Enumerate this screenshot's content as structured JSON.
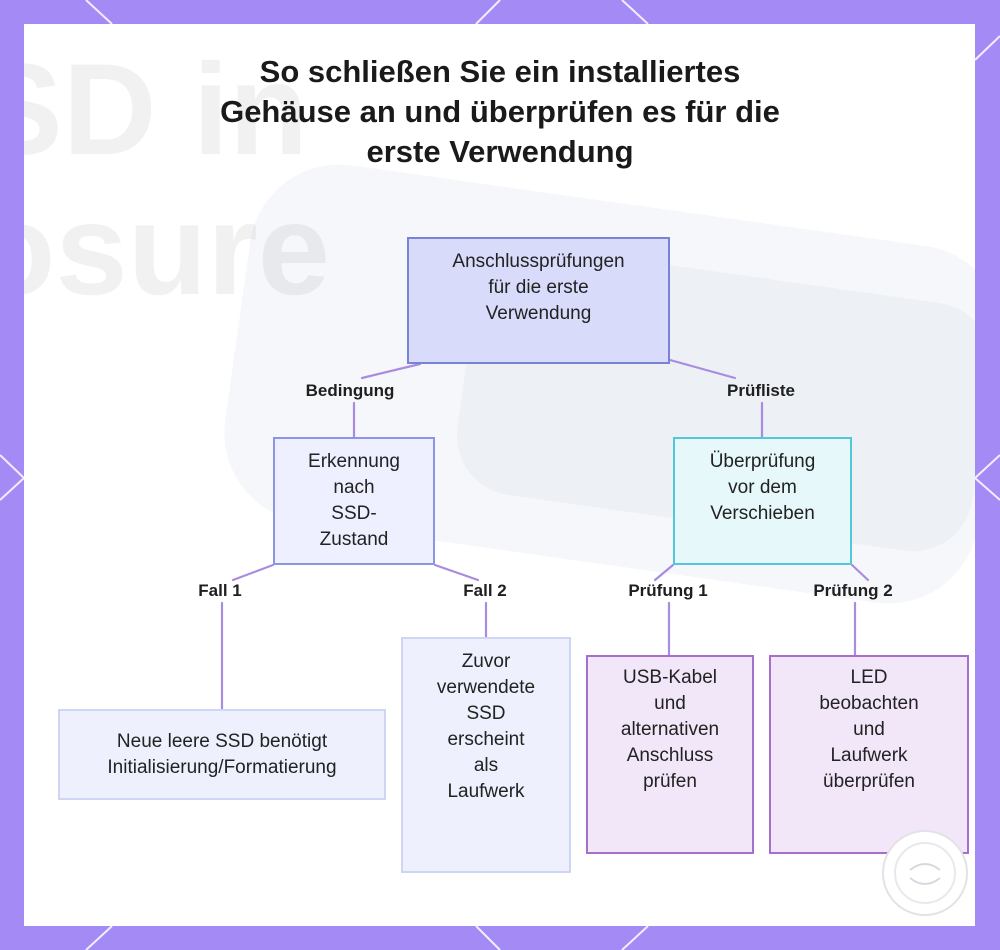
{
  "title": {
    "line1": "So schließen Sie ein installiertes",
    "line2": "Gehäuse an und überprüfen es für die",
    "line3": "erste Verwendung"
  },
  "background_text": {
    "line1": "SD in",
    "line2": "osure"
  },
  "nodes": {
    "root": {
      "lines": [
        "Anschlussprüfungen",
        "für die erste",
        "Verwendung"
      ]
    },
    "condition": {
      "lines": [
        "Erkennung",
        "nach",
        "SSD-",
        "Zustand"
      ]
    },
    "checklist": {
      "lines": [
        "Überprüfung",
        "vor dem",
        "Verschieben"
      ]
    },
    "new_ssd": {
      "lines": [
        "Neue leere SSD benötigt",
        "Initialisierung/Formatierung"
      ]
    },
    "used_ssd": {
      "lines": [
        "Zuvor",
        "verwendete",
        "SSD",
        "erscheint",
        "als",
        "Laufwerk"
      ]
    },
    "usb_check": {
      "lines": [
        "USB-Kabel",
        "und",
        "alternativen",
        "Anschluss",
        "prüfen"
      ]
    },
    "led_check": {
      "lines": [
        "LED",
        "beobachten",
        "und",
        "Laufwerk",
        "überprüfen"
      ]
    }
  },
  "edge_labels": {
    "condition": "Bedingung",
    "checklist": "Prüfliste",
    "case1": "Fall 1",
    "case2": "Fall 2",
    "check1": "Prüfung 1",
    "check2": "Prüfung 2"
  },
  "colors": {
    "frame": "#a48af5",
    "connector": "#a98be0",
    "root_fill": "#d9dbfb",
    "checklist_border": "#52c8da",
    "leaf_purple_border": "#a66fc9"
  }
}
